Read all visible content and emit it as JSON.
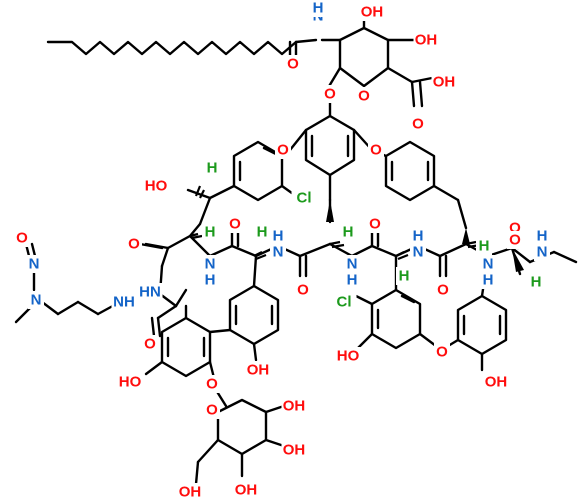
{
  "colors": {
    "oxygen": "#ff0d0d",
    "nitrogen": "#1464c8",
    "chlorine": "#1c9a1c",
    "stereo_h": "#1c9a1c",
    "carbon": "#000000"
  },
  "labels": [
    {
      "id": "n-acyl",
      "text": "N",
      "element": "N"
    },
    {
      "id": "h-acyl",
      "text": "H",
      "element": "N"
    },
    {
      "id": "o-acyl",
      "text": "O",
      "element": "O"
    },
    {
      "id": "oh-sugar-a",
      "text": "OH",
      "element": "O"
    },
    {
      "id": "oh-sugar-b",
      "text": "OH",
      "element": "O"
    },
    {
      "id": "o-ring-top",
      "text": "O",
      "element": "O"
    },
    {
      "id": "o-glyco-top",
      "text": "O",
      "element": "O"
    },
    {
      "id": "oh-cooh",
      "text": "OH",
      "element": "O"
    },
    {
      "id": "o-cooh",
      "text": "O",
      "element": "O"
    },
    {
      "id": "o-ether-left",
      "text": "O",
      "element": "O"
    },
    {
      "id": "o-ether-right",
      "text": "O",
      "element": "O"
    },
    {
      "id": "ho-benzyl",
      "text": "HO",
      "element": "O"
    },
    {
      "id": "h-benzyl",
      "text": "H",
      "element": "H"
    },
    {
      "id": "cl-upper",
      "text": "Cl",
      "element": "Cl"
    },
    {
      "id": "o-amide-1",
      "text": "O",
      "element": "O"
    },
    {
      "id": "h-alpha-1",
      "text": "H",
      "element": "H"
    },
    {
      "id": "n-amide-1",
      "text": "N",
      "element": "N"
    },
    {
      "id": "h-amide-1",
      "text": "H",
      "element": "N"
    },
    {
      "id": "o-amide-2",
      "text": "O",
      "element": "O"
    },
    {
      "id": "h-alpha-2",
      "text": "H",
      "element": "H"
    },
    {
      "id": "n-amide-2",
      "text": "N",
      "element": "N"
    },
    {
      "id": "h-amide-2",
      "text": "H",
      "element": "N"
    },
    {
      "id": "h-alpha-3",
      "text": "H",
      "element": "H"
    },
    {
      "id": "o-amide-3",
      "text": "O",
      "element": "O"
    },
    {
      "id": "n-amide-3",
      "text": "N",
      "element": "N"
    },
    {
      "id": "h-amide-3",
      "text": "H",
      "element": "N"
    },
    {
      "id": "o-amide-4",
      "text": "O",
      "element": "O"
    },
    {
      "id": "h-alpha-4",
      "text": "H",
      "element": "H"
    },
    {
      "id": "n-amide-4",
      "text": "N",
      "element": "N"
    },
    {
      "id": "h-amide-4",
      "text": "H",
      "element": "N"
    },
    {
      "id": "o-amide-5",
      "text": "O",
      "element": "O"
    },
    {
      "id": "h-alpha-5",
      "text": "H",
      "element": "H"
    },
    {
      "id": "n-amide-5",
      "text": "N",
      "element": "N"
    },
    {
      "id": "h-amide-5",
      "text": "H",
      "element": "N"
    },
    {
      "id": "o-amide-6",
      "text": "O",
      "element": "O"
    },
    {
      "id": "n-methylamine",
      "text": "N",
      "element": "N"
    },
    {
      "id": "h-methylamine",
      "text": "H",
      "element": "N"
    },
    {
      "id": "h-alpha-6",
      "text": "H",
      "element": "H"
    },
    {
      "id": "o-nitroso",
      "text": "O",
      "element": "O"
    },
    {
      "id": "n-nitroso",
      "text": "N",
      "element": "N"
    },
    {
      "id": "n-nitrosamine",
      "text": "N",
      "element": "N"
    },
    {
      "id": "nh-amide-left",
      "text": "NH",
      "element": "N"
    },
    {
      "id": "o-amide-left",
      "text": "O",
      "element": "O"
    },
    {
      "id": "hn-macro-left",
      "text": "HN",
      "element": "N"
    },
    {
      "id": "o-macro-left",
      "text": "O",
      "element": "O"
    },
    {
      "id": "cl-lower",
      "text": "Cl",
      "element": "Cl"
    },
    {
      "id": "ho-phenol-mid",
      "text": "HO",
      "element": "O"
    },
    {
      "id": "o-ether-lower",
      "text": "O",
      "element": "O"
    },
    {
      "id": "oh-phenol-right",
      "text": "OH",
      "element": "O"
    },
    {
      "id": "oh-biaryl",
      "text": "OH",
      "element": "O"
    },
    {
      "id": "ho-resorcinol",
      "text": "HO",
      "element": "O"
    },
    {
      "id": "o-mannoside",
      "text": "O",
      "element": "O"
    },
    {
      "id": "o-ring-bottom",
      "text": "O",
      "element": "O"
    },
    {
      "id": "oh-man-1",
      "text": "OH",
      "element": "O"
    },
    {
      "id": "oh-man-2",
      "text": "OH",
      "element": "O"
    },
    {
      "id": "oh-man-3",
      "text": "OH",
      "element": "O"
    },
    {
      "id": "oh-man-4",
      "text": "OH",
      "element": "O"
    }
  ]
}
